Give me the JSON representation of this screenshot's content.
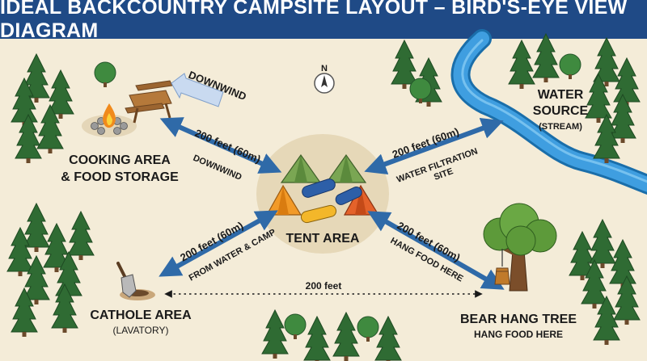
{
  "title": "IDEAL BACKCOUNTRY CAMPSITE LAYOUT – BIRD'S-EYE VIEW DIAGRAM",
  "compass": {
    "letter": "N"
  },
  "wind": {
    "label": "DOWNWIND"
  },
  "areas": {
    "cooking": {
      "line1": "COOKING AREA",
      "line2": "& FOOD STORAGE"
    },
    "water": {
      "line1": "WATER",
      "line2": "SOURCE",
      "line3": "(STREAM)"
    },
    "tent": {
      "label": "TENT AREA"
    },
    "cathole": {
      "line1": "CATHOLE AREA",
      "line2": "(LAVATORY)"
    },
    "bear": {
      "line1": "BEAR HANG TREE",
      "line2": "HANG FOOD HERE"
    }
  },
  "connectors": {
    "cooking": {
      "distance": "200 feet (60m)",
      "note": "DOWNWIND"
    },
    "water": {
      "distance": "200 feet (60m)",
      "note1": "WATER FILTRATION",
      "note2": "SITE"
    },
    "cathole": {
      "distance": "200 feet (60m)",
      "note": "FROM WATER & CAMP"
    },
    "bear": {
      "distance": "200 feet (60m)",
      "note": "HANG FOOD HERE"
    },
    "bottom": {
      "distance": "200 feet"
    }
  },
  "colors": {
    "header": "#1f4a86",
    "arrow": "#2f6aa8",
    "stream": "#3f9ee0",
    "tree_dark": "#2f6b33",
    "tree_light": "#3f8a3f",
    "background": "#f4ecd8"
  }
}
